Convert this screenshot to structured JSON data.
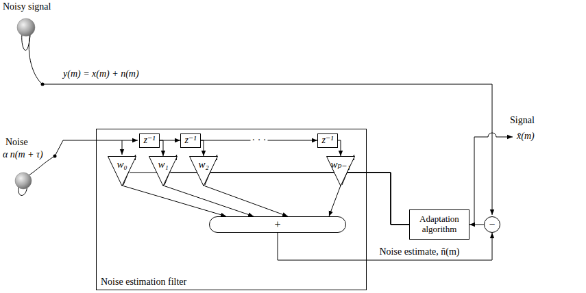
{
  "diagram": {
    "nodes": [
      {
        "text": [
          "Noise estimation filter"
        ]
      },
      {
        "text": [
          "z⁻¹"
        ],
        "in": 0
      },
      {
        "text": [
          "z⁻¹"
        ],
        "in": 0
      },
      {
        "text": [
          "z⁻¹"
        ],
        "in": 0
      },
      {
        "text": [
          "w₀"
        ],
        "in": 0
      },
      {
        "text": [
          "w₁"
        ],
        "in": 0
      },
      {
        "text": [
          "w₂"
        ],
        "in": 0
      },
      {
        "text": [
          "wₚ₋₁"
        ],
        "in": 0
      },
      {
        "text": [
          "+"
        ],
        "in": 0
      },
      {
        "text": [
          "Adaptation algorithm"
        ]
      },
      {
        "text": [
          "−"
        ]
      }
    ],
    "edges": [
      {
        "from": 1,
        "to": 2,
        "arrow": "to"
      },
      {
        "from": 2,
        "to": 3,
        "arrow": "to",
        "label": "· · ·"
      },
      {
        "from": 1,
        "to": 5,
        "arrow": "to"
      },
      {
        "from": 2,
        "to": 6,
        "arrow": "to"
      },
      {
        "from": 3,
        "to": 7,
        "arrow": "to"
      },
      {
        "from": 4,
        "to": 8,
        "arrow": "to"
      },
      {
        "from": 5,
        "to": 8,
        "arrow": "to"
      },
      {
        "from": 6,
        "to": 8,
        "arrow": "to"
      },
      {
        "from": 7,
        "to": 8,
        "arrow": "to"
      },
      {
        "from": 8,
        "to": 10,
        "arrow": "to",
        "label": "Noise estimate, n̂(m)"
      },
      {
        "from": 10,
        "to": 9,
        "arrow": "to"
      },
      {
        "from": 9,
        "to": 4,
        "arrow": "none"
      },
      {
        "from": 9,
        "to": 5,
        "arrow": "none"
      },
      {
        "from": 9,
        "to": 6,
        "arrow": "none"
      },
      {
        "from": 9,
        "to": 7,
        "arrow": "none"
      }
    ],
    "labels": [
      "Noisy signal",
      "y(m) = x(m) + n(m)",
      "Noise",
      "α n(m + τ)",
      "Signal",
      "x̂(m)"
    ]
  }
}
